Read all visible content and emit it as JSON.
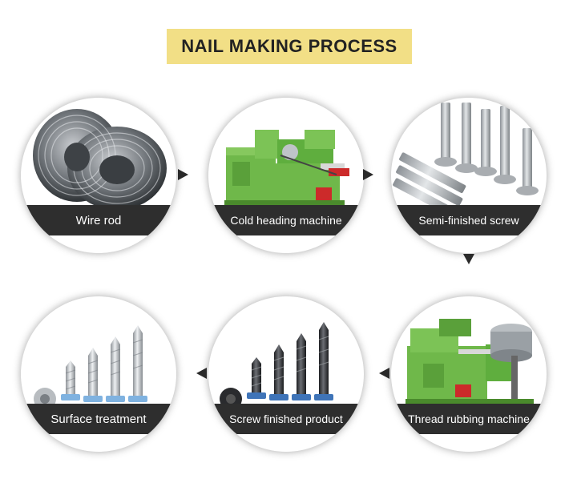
{
  "title": "NAIL MAKING PROCESS",
  "colors": {
    "title_bg": "#f2df86",
    "label_bg": "#2e2e2e",
    "machine_green": "#6fb84a",
    "arrow": "#2a2a2a"
  },
  "steps": [
    {
      "label": "Wire rod",
      "icon": "wire-coil-image"
    },
    {
      "label": "Cold heading machine",
      "icon": "cold-heading-machine-image"
    },
    {
      "label": "Semi-finished screw",
      "icon": "semi-finished-screw-image"
    },
    {
      "label": "Thread rubbing machine",
      "icon": "thread-rubbing-machine-image"
    },
    {
      "label": "Screw finished product",
      "icon": "finished-screw-image"
    },
    {
      "label": "Surface treatment",
      "icon": "surface-treatment-screw-image"
    }
  ]
}
